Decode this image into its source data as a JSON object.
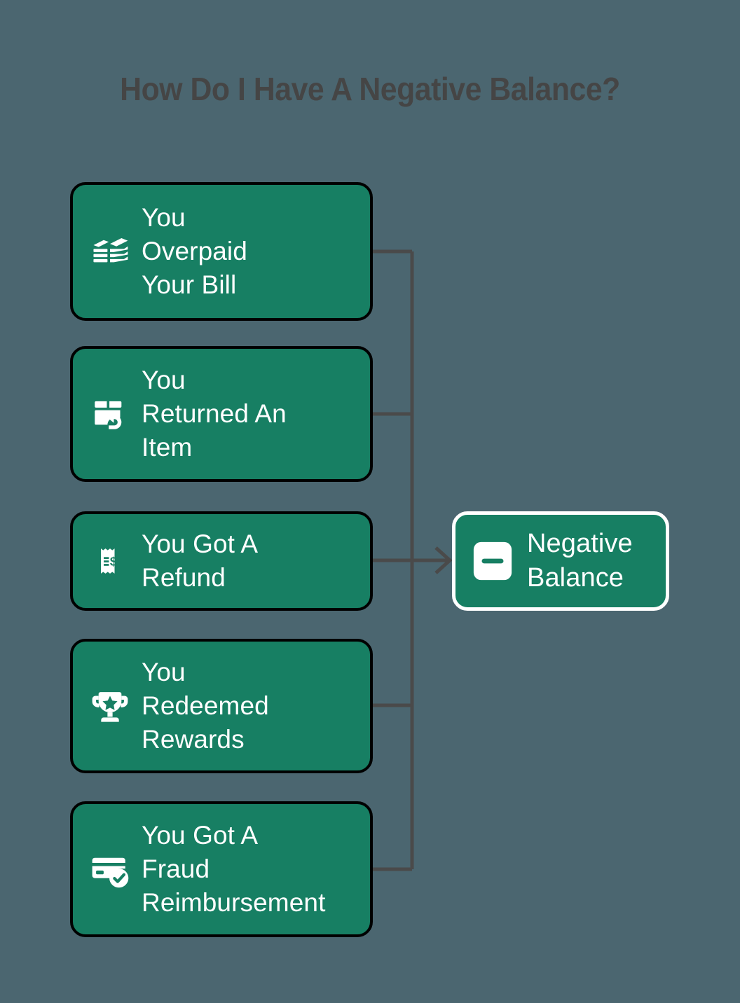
{
  "page": {
    "title": "How Do I Have A Negative Balance?",
    "background_color": "#4b6670",
    "title_color": "#454545"
  },
  "theme": {
    "card_fill": "#177f63",
    "source_border": "#000000",
    "target_border": "#ffffff",
    "text_color": "#ffffff",
    "connector_color": "#4a4a4a"
  },
  "diagram": {
    "type": "many-to-one-flow",
    "sources": [
      {
        "id": "overpaid",
        "label": "You\nOverpaid\nYour Bill",
        "icon": "money-stack-icon"
      },
      {
        "id": "returned",
        "label": "You\nReturned An\nItem",
        "icon": "package-return-icon"
      },
      {
        "id": "refund",
        "label": "You Got A\nRefund",
        "icon": "receipt-dollar-icon"
      },
      {
        "id": "rewards",
        "label": "You\nRedeemed\nRewards",
        "icon": "trophy-star-icon"
      },
      {
        "id": "fraud",
        "label": "You Got A\nFraud\nReimbursement",
        "icon": "credit-card-check-icon"
      }
    ],
    "target": {
      "id": "negative-balance",
      "label": "Negative\nBalance",
      "icon": "minus-square-icon"
    }
  }
}
